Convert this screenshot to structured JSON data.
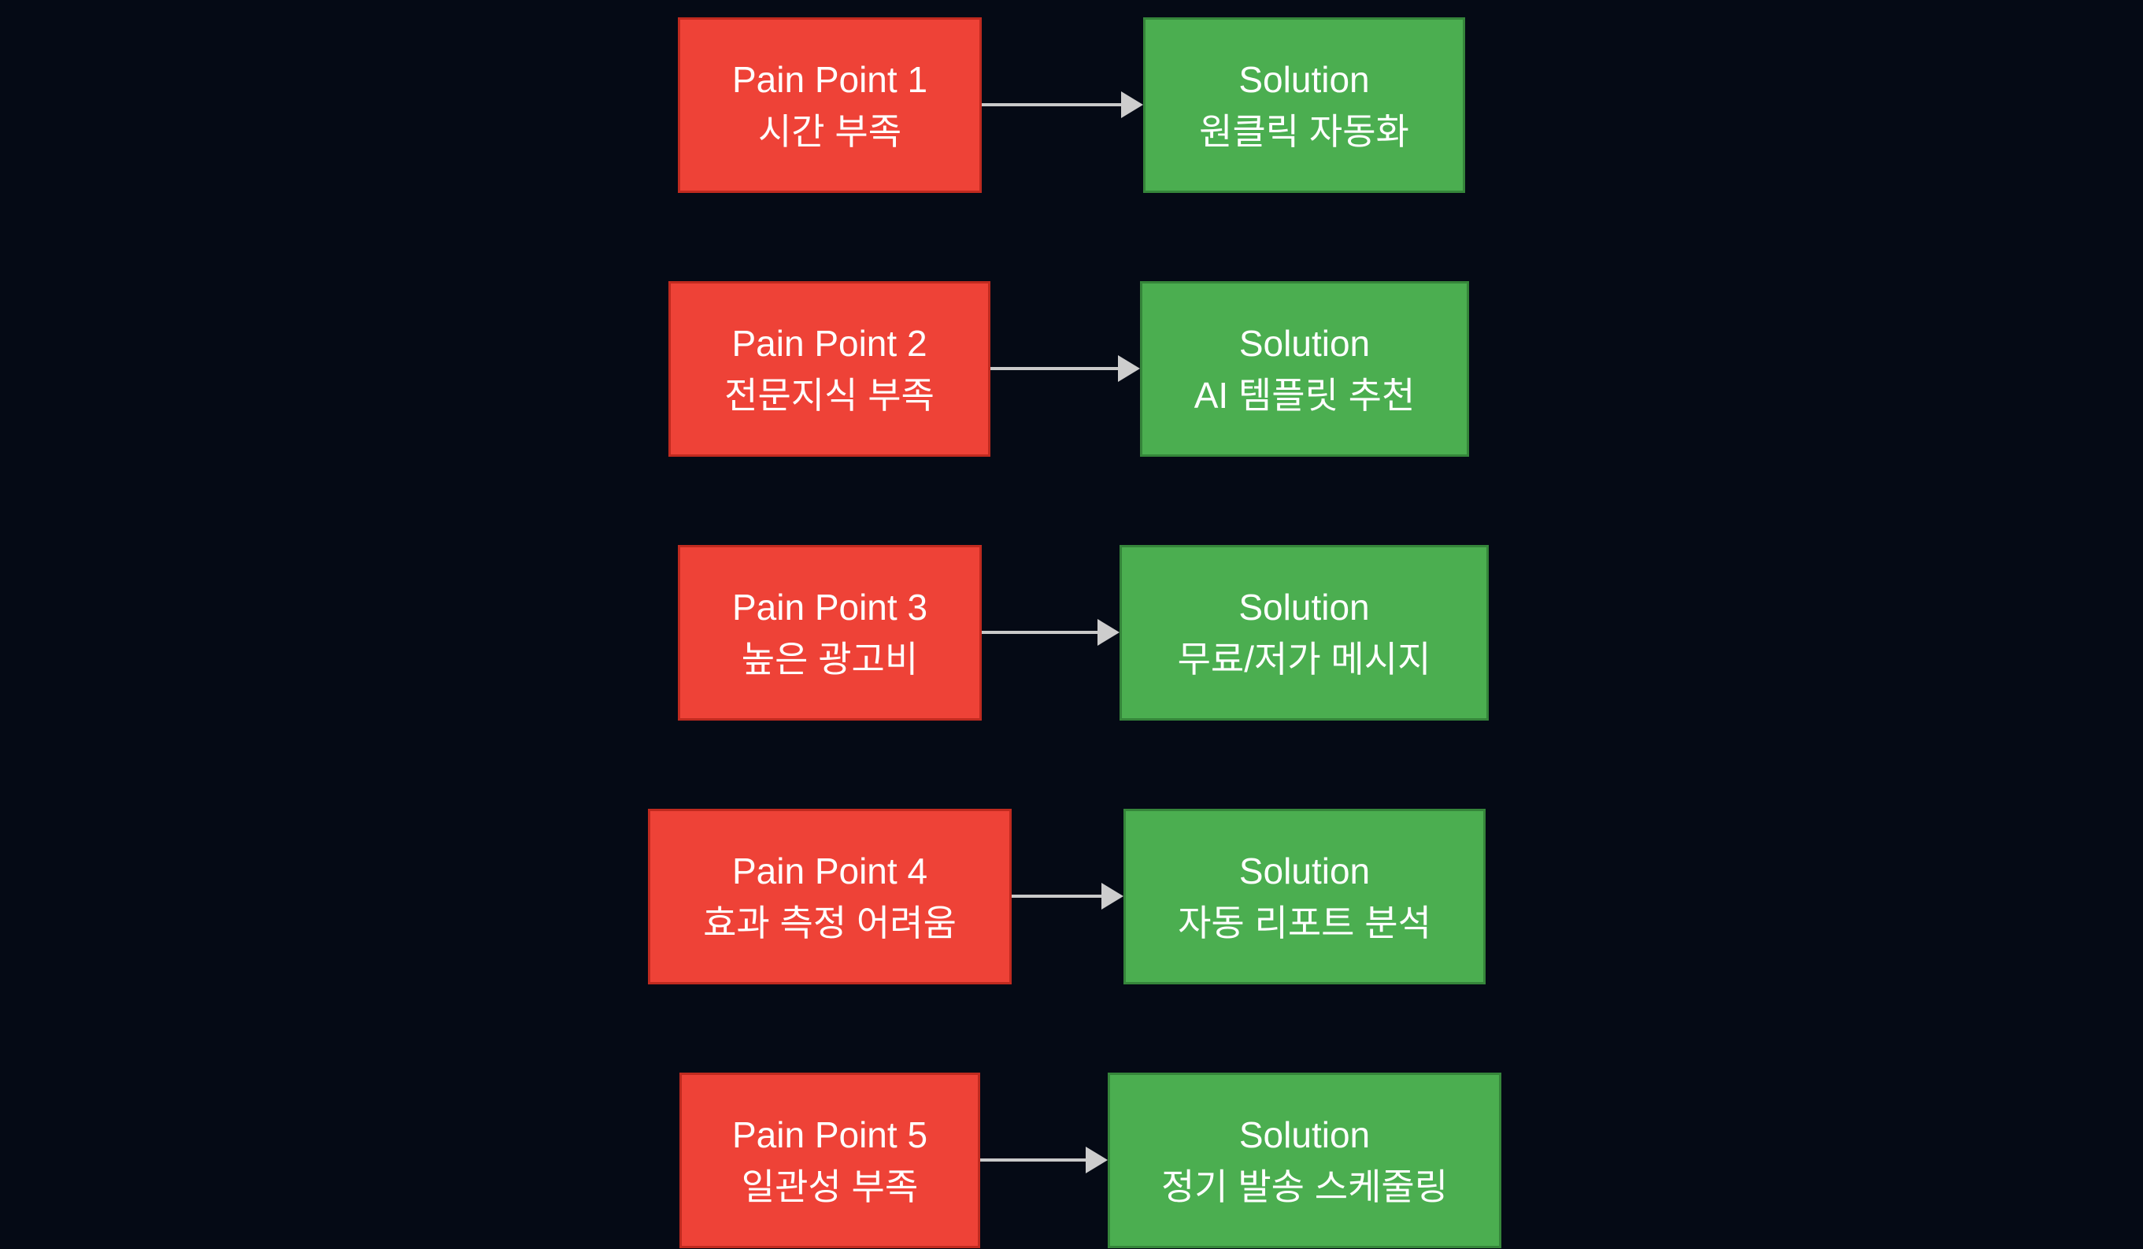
{
  "canvas": {
    "background_color": "#050a15"
  },
  "colors": {
    "pain_fill": "#ee4237",
    "pain_border": "#c02a1f",
    "solution_fill": "#4bae50",
    "solution_border": "#35853a",
    "arrow": "#c9c9c9",
    "text": "#ffffff"
  },
  "rows": [
    {
      "pain": {
        "title": "Pain Point 1",
        "desc": "시간 부족"
      },
      "solution": {
        "title": "Solution",
        "desc": "원클릭 자동화"
      }
    },
    {
      "pain": {
        "title": "Pain Point 2",
        "desc": "전문지식 부족"
      },
      "solution": {
        "title": "Solution",
        "desc": "AI 템플릿 추천"
      }
    },
    {
      "pain": {
        "title": "Pain Point 3",
        "desc": "높은 광고비"
      },
      "solution": {
        "title": "Solution",
        "desc": "무료/저가 메시지"
      }
    },
    {
      "pain": {
        "title": "Pain Point 4",
        "desc": "효과 측정 어려움"
      },
      "solution": {
        "title": "Solution",
        "desc": "자동 리포트 분석"
      }
    },
    {
      "pain": {
        "title": "Pain Point 5",
        "desc": "일관성 부족"
      },
      "solution": {
        "title": "Solution",
        "desc": "정기 발송 스케줄링"
      }
    }
  ]
}
